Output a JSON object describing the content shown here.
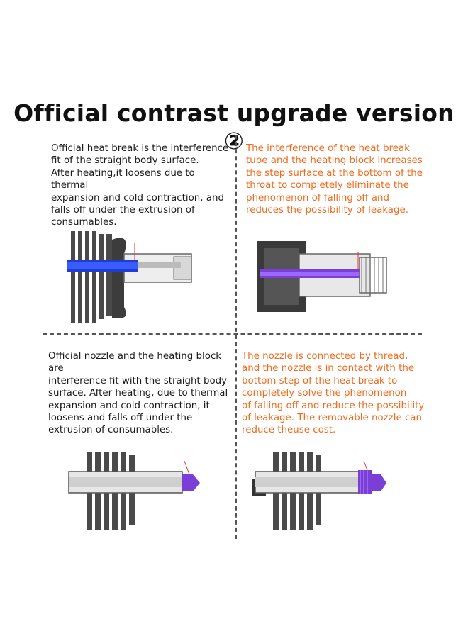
{
  "title": "Official contrast upgrade version ②",
  "panels": {
    "top_left": "Official heat break is the interference\nfit of the straight body surface.\nAfter heating,it loosens due to thermal\nexpansion and cold contraction, and\nfalls off under the extrusion of\nconsumables.",
    "top_right": "The interference of the heat break\ntube and the heating block increases\nthe step surface at the bottom of the\nthroat to completely eliminate the\nphenomenon of falling off and\nreduces the possibility of leakage.",
    "bottom_left": "Official nozzle and the heating block are\ninterference fit with the straight body\nsurface. After heating, due to thermal\nexpansion and cold contraction, it\nloosens and falls off under the\nextrusion of consumables.",
    "bottom_right": "The nozzle is connected by thread,\nand the nozzle is in contact with the\nbottom step of the heat break to\ncompletely solve the phenomenon\nof falling off and reduce the possibility\nof leakage. The removable nozzle can\nreduce theuse cost."
  },
  "colors": {
    "accent_text": "#f26a1b",
    "body_text": "#1a1a1a",
    "heat_break_blue": "#1e3cd6",
    "heat_break_purple": "#7b3fd8",
    "heatsink_gray": "#4a4a4a"
  }
}
